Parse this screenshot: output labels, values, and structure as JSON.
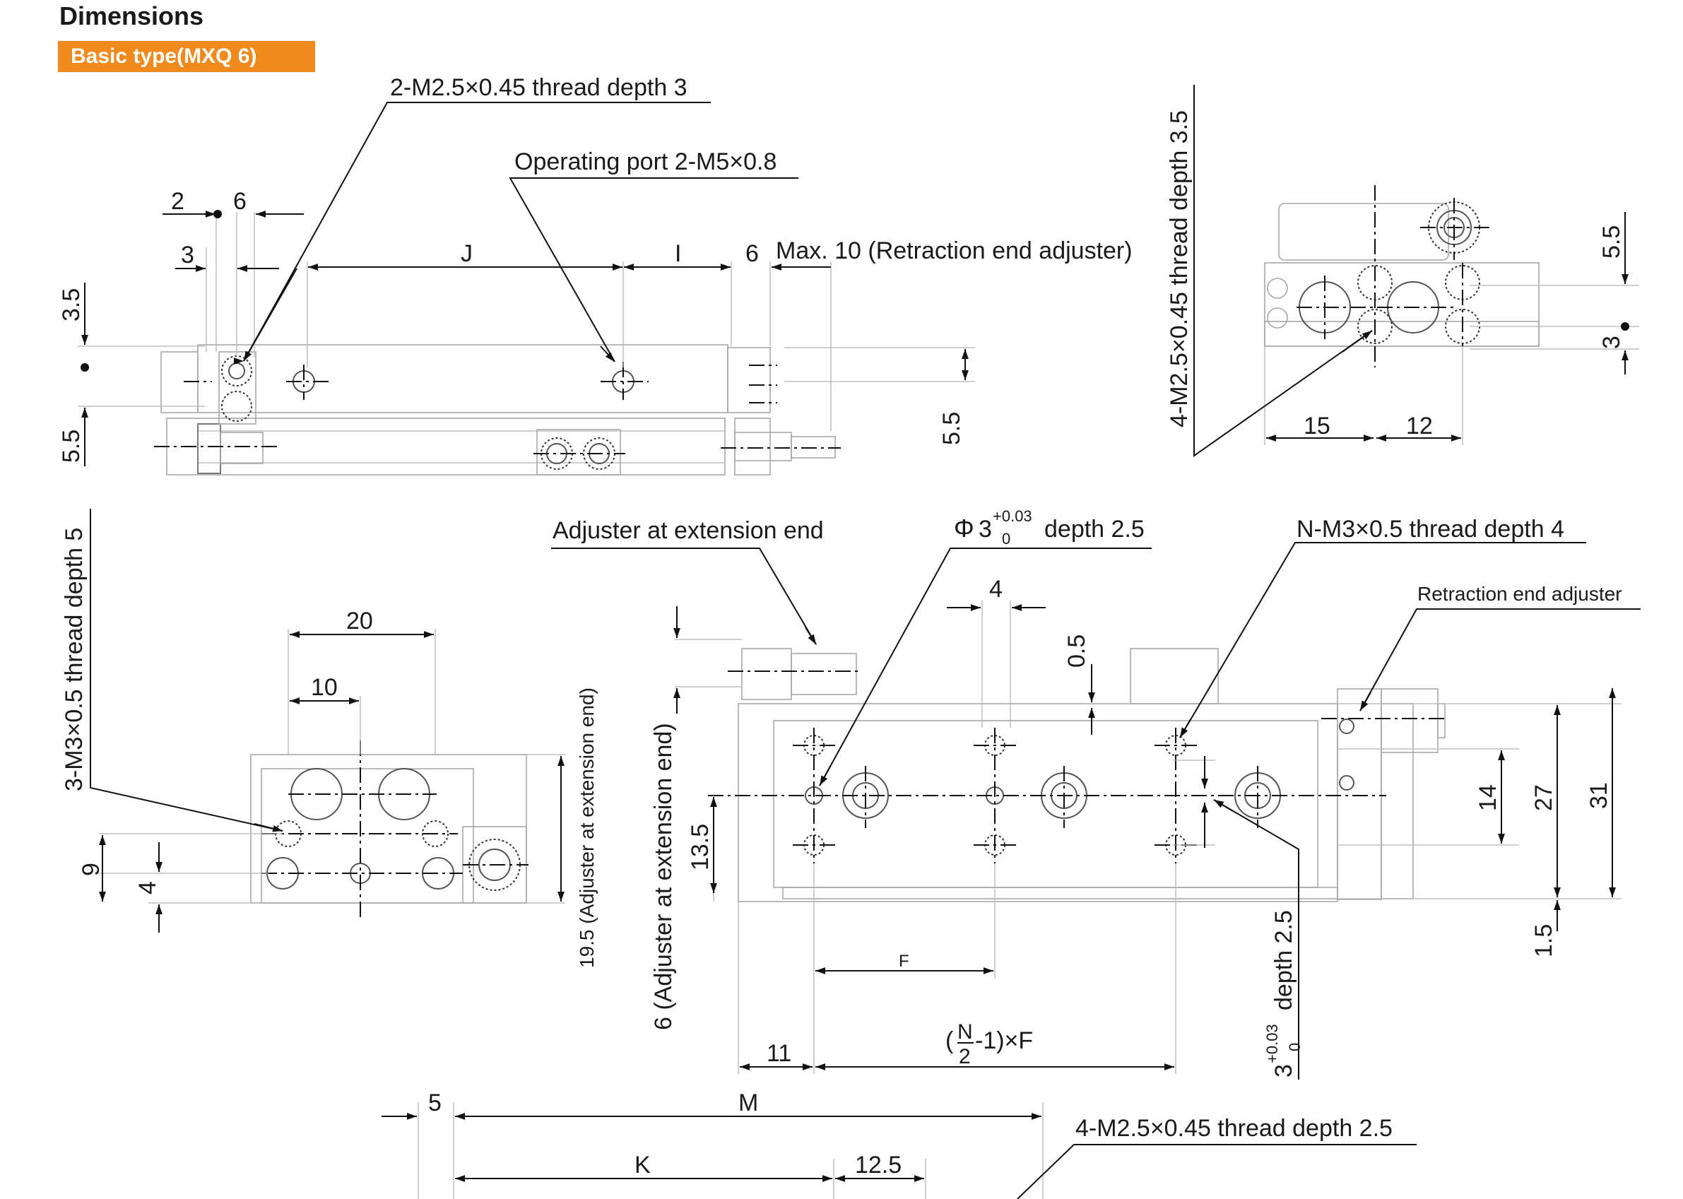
{
  "header": {
    "title": "Dimensions",
    "model_badge": "Basic type(MXQ 6)",
    "badge_color": "#f08a1d"
  },
  "top_view": {
    "callout_thread": "2-M2.5×0.45 thread depth 3",
    "callout_port": "Operating port 2-M5×0.8",
    "dim_2": "2",
    "dim_6a": "6",
    "dim_3": "3",
    "dim_J": "J",
    "dim_I": "I",
    "dim_6b": "6",
    "max_adjuster": "Max. 10 (Retraction end adjuster)",
    "dim_3_5": "3.5",
    "dim_5_5_left": "5.5",
    "dim_5_5_right": "5.5"
  },
  "right_end_view": {
    "callout_thread": "4-M2.5×0.45 thread depth 3.5",
    "dim_5_5": "5.5",
    "dim_3": "3",
    "dim_15": "15",
    "dim_12": "12"
  },
  "left_end_view": {
    "callout_thread": "3-M3×0.5 thread depth 5",
    "dim_20": "20",
    "dim_10": "10",
    "dim_9": "9",
    "dim_4": "4",
    "dim_19_5": "19.5 (Adjuster at extension end)"
  },
  "front_view": {
    "callout_adjuster_ext": "Adjuster at extension end",
    "callout_phi_symbol": "Φ",
    "callout_phi_value": "3",
    "callout_phi_tol_upper": "+0.03",
    "callout_phi_tol_lower": "0",
    "callout_phi_depth": "depth 2.5",
    "callout_n_thread": "N-M3×0.5 thread depth 4",
    "callout_retraction": "Retraction end adjuster",
    "dim_4": "4",
    "dim_0_5": "0.5",
    "dim_6_adj": "6 (Adjuster at extension end)",
    "dim_13_5": "13.5",
    "dim_14": "14",
    "dim_27": "27",
    "dim_31": "31",
    "dim_1_5": "1.5",
    "slot_value": "3",
    "slot_tol_upper": "+0.03",
    "slot_tol_lower": "0",
    "slot_depth": "depth 2.5",
    "dim_F": "F",
    "dim_11": "11",
    "pitch_open": "(",
    "pitch_N": "N",
    "pitch_2": "2",
    "pitch_rest": "-1)×F"
  },
  "bottom_view": {
    "dim_5": "5",
    "dim_M": "M",
    "dim_K": "K",
    "dim_12_5": "12.5",
    "callout_thread": "4-M2.5×0.45 thread depth 2.5"
  }
}
